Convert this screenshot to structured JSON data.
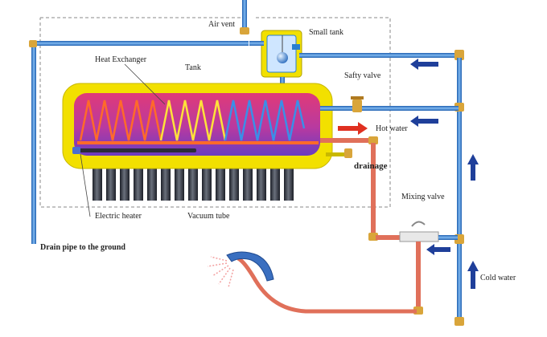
{
  "labels": {
    "air_vent": "Air vent",
    "small_tank": "Small tank",
    "heat_exchanger": "Heat Exchanger",
    "tank": "Tank",
    "safety_valve": "Safty valve",
    "hot_water": "Hot water",
    "drainage": "drainage",
    "electric_heater": "Electric heater",
    "vacuum_tube": "Vacuum tube",
    "mixing_valve": "Mixing valve",
    "drain_pipe": "Drain pipe to the ground",
    "cold_water": "Cold water"
  },
  "colors": {
    "blue_pipe": "#2a7fd0",
    "red_pipe": "#e0705a",
    "fitting": "#d9a53a",
    "tank_shell": "#f2e000",
    "tank_inner_top": "#d6307a",
    "tank_inner_bottom": "#7a3fb8",
    "arrow_blue": "#1f3f9a",
    "arrow_red": "#e03020",
    "vacuum_tube": "#3a3f4a"
  }
}
